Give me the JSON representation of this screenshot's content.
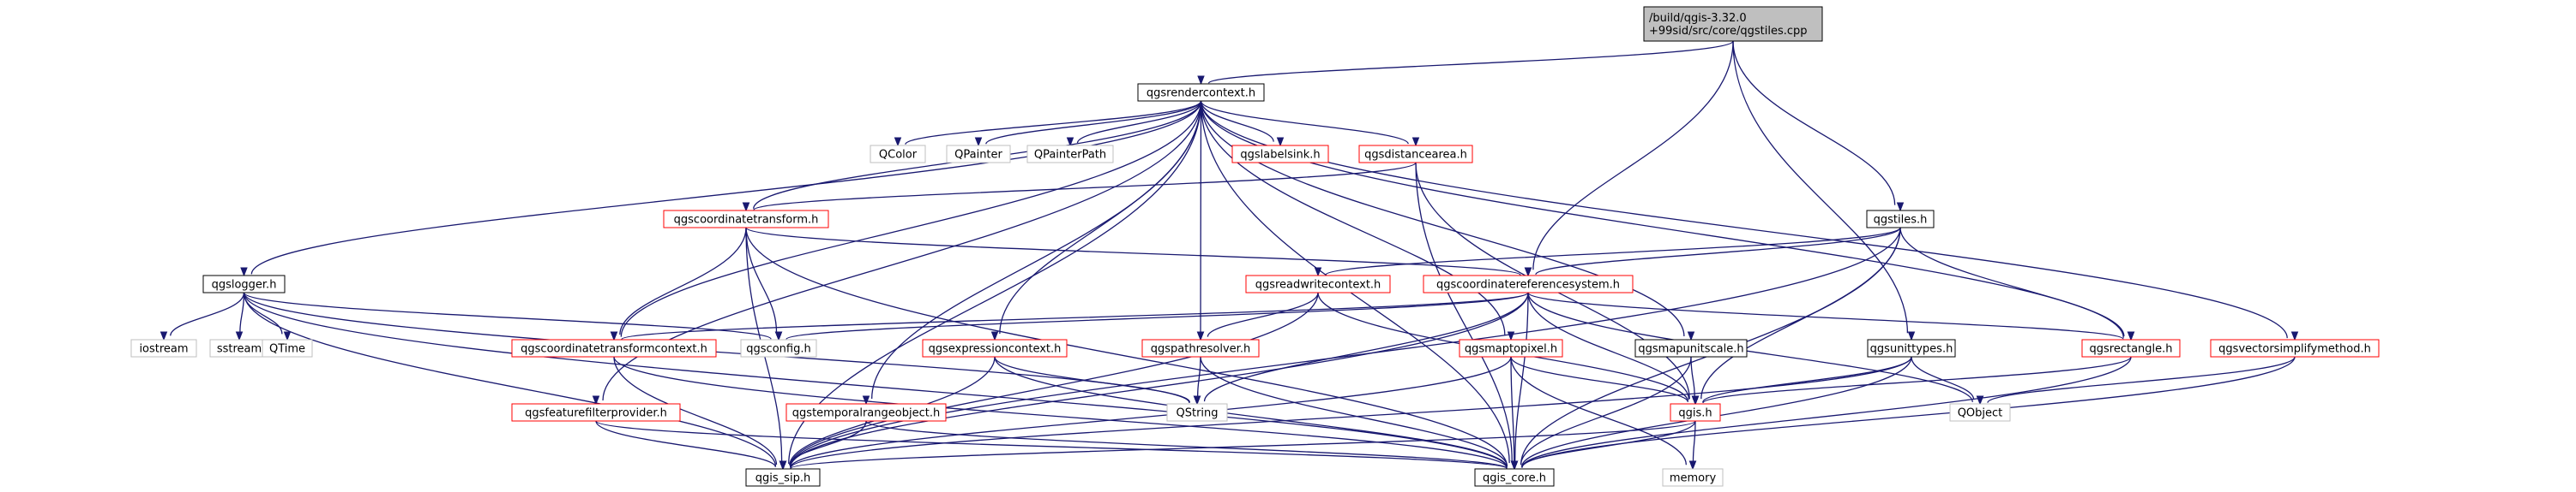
{
  "graph": {
    "colors": {
      "edge": "#191970",
      "text": "#000000",
      "border_black": "#000000",
      "border_red": "#ff0000",
      "border_gray": "#bfbfbf",
      "root_fill": "#bfbfbf",
      "fill": "#ffffff"
    },
    "nodes": [
      {
        "id": "root",
        "lines": [
          "/build/qgis-3.32.0",
          "+99sid/src/core/qgstiles.cpp"
        ],
        "style": "root"
      },
      {
        "id": "qgsrendercontext",
        "lines": [
          "qgsrendercontext.h"
        ],
        "style": "black"
      },
      {
        "id": "qgslogger",
        "lines": [
          "qgslogger.h"
        ],
        "style": "black"
      },
      {
        "id": "qgstiles",
        "lines": [
          "qgstiles.h"
        ],
        "style": "black"
      },
      {
        "id": "qgsunittypes",
        "lines": [
          "qgsunittypes.h"
        ],
        "style": "black"
      },
      {
        "id": "qgsmapunitscale",
        "lines": [
          "qgsmapunitscale.h"
        ],
        "style": "black"
      },
      {
        "id": "qgis_sip",
        "lines": [
          "qgis_sip.h"
        ],
        "style": "black"
      },
      {
        "id": "qgis_core",
        "lines": [
          "qgis_core.h"
        ],
        "style": "black"
      },
      {
        "id": "qcolor",
        "lines": [
          "QColor"
        ],
        "style": "gray"
      },
      {
        "id": "qpainter",
        "lines": [
          "QPainter"
        ],
        "style": "gray"
      },
      {
        "id": "qpainterpath",
        "lines": [
          "QPainterPath"
        ],
        "style": "gray"
      },
      {
        "id": "qgslabelsink",
        "lines": [
          "qgslabelsink.h"
        ],
        "style": "red"
      },
      {
        "id": "qgsdistancearea",
        "lines": [
          "qgsdistancearea.h"
        ],
        "style": "red"
      },
      {
        "id": "qgscoordinatetransform",
        "lines": [
          "qgscoordinatetransform.h"
        ],
        "style": "red"
      },
      {
        "id": "qgscoordinatereferencesystem",
        "lines": [
          "qgscoordinatereferencesystem.h"
        ],
        "style": "red"
      },
      {
        "id": "qgsreadwritecontext",
        "lines": [
          "qgsreadwritecontext.h"
        ],
        "style": "red"
      },
      {
        "id": "iostream",
        "lines": [
          "iostream"
        ],
        "style": "gray"
      },
      {
        "id": "sstream",
        "lines": [
          "sstream"
        ],
        "style": "gray"
      },
      {
        "id": "qtime",
        "lines": [
          "QTime"
        ],
        "style": "gray"
      },
      {
        "id": "qgsconfig",
        "lines": [
          "qgsconfig.h"
        ],
        "style": "gray"
      },
      {
        "id": "qgscoordinatetransformcontext",
        "lines": [
          "qgscoordinatetransformcontext.h"
        ],
        "style": "red"
      },
      {
        "id": "qgsexpressioncontext",
        "lines": [
          "qgsexpressioncontext.h"
        ],
        "style": "red"
      },
      {
        "id": "qgspathresolver",
        "lines": [
          "qgspathresolver.h"
        ],
        "style": "red"
      },
      {
        "id": "qgsmaptopixel",
        "lines": [
          "qgsmaptopixel.h"
        ],
        "style": "red"
      },
      {
        "id": "qgsrectangle",
        "lines": [
          "qgsrectangle.h"
        ],
        "style": "red"
      },
      {
        "id": "qgsvectorsimplifymethod",
        "lines": [
          "qgsvectorsimplifymethod.h"
        ],
        "style": "red"
      },
      {
        "id": "qgsfeaturefilterprovider",
        "lines": [
          "qgsfeaturefilterprovider.h"
        ],
        "style": "red"
      },
      {
        "id": "qgstemporalrangeobject",
        "lines": [
          "qgstemporalrangeobject.h"
        ],
        "style": "red"
      },
      {
        "id": "qstring",
        "lines": [
          "QString"
        ],
        "style": "gray"
      },
      {
        "id": "qgis",
        "lines": [
          "qgis.h"
        ],
        "style": "red"
      },
      {
        "id": "qobject",
        "lines": [
          "QObject"
        ],
        "style": "gray"
      },
      {
        "id": "memory",
        "lines": [
          "memory"
        ],
        "style": "gray"
      }
    ],
    "edges": [
      [
        "root",
        "qgsrendercontext"
      ],
      [
        "root",
        "qgstiles"
      ],
      [
        "root",
        "qgscoordinatereferencesystem"
      ],
      [
        "root",
        "qgsunittypes"
      ],
      [
        "qgsrendercontext",
        "qgslogger"
      ],
      [
        "qgsrendercontext",
        "qgis_sip"
      ],
      [
        "qgsrendercontext",
        "qgis_core"
      ],
      [
        "qgsrendercontext",
        "qcolor"
      ],
      [
        "qgsrendercontext",
        "qpainter"
      ],
      [
        "qgsrendercontext",
        "qpainterpath"
      ],
      [
        "qgsrendercontext",
        "qgslabelsink"
      ],
      [
        "qgsrendercontext",
        "qgsdistancearea"
      ],
      [
        "qgsrendercontext",
        "qgscoordinatetransform"
      ],
      [
        "qgsrendercontext",
        "qgscoordinatetransformcontext"
      ],
      [
        "qgsrendercontext",
        "qgsexpressioncontext"
      ],
      [
        "qgsrendercontext",
        "qgspathresolver"
      ],
      [
        "qgsrendercontext",
        "qgsmaptopixel"
      ],
      [
        "qgsrendercontext",
        "qgsmapunitscale"
      ],
      [
        "qgsrendercontext",
        "qgsrectangle"
      ],
      [
        "qgsrendercontext",
        "qgsvectorsimplifymethod"
      ],
      [
        "qgsrendercontext",
        "qgsfeaturefilterprovider"
      ],
      [
        "qgsrendercontext",
        "qgstemporalrangeobject"
      ],
      [
        "qgsdistancearea",
        "qgscoordinatetransform"
      ],
      [
        "qgsdistancearea",
        "qgis_core"
      ],
      [
        "qgsdistancearea",
        "qgis"
      ],
      [
        "qgscoordinatetransform",
        "qgis_sip"
      ],
      [
        "qgscoordinatetransform",
        "qgis_core"
      ],
      [
        "qgscoordinatetransform",
        "qgscoordinatereferencesystem"
      ],
      [
        "qgscoordinatetransform",
        "qgsconfig"
      ],
      [
        "qgscoordinatetransform",
        "qgscoordinatetransformcontext"
      ],
      [
        "qgslogger",
        "iostream"
      ],
      [
        "qgslogger",
        "sstream"
      ],
      [
        "qgslogger",
        "qtime"
      ],
      [
        "qgslogger",
        "qgis_core"
      ],
      [
        "qgslogger",
        "qgsconfig"
      ],
      [
        "qgslogger",
        "qgis_sip"
      ],
      [
        "qgslogger",
        "qstring"
      ],
      [
        "qgstiles",
        "qgscoordinatereferencesystem"
      ],
      [
        "qgstiles",
        "qgsreadwritecontext"
      ],
      [
        "qgstiles",
        "qgsrectangle"
      ],
      [
        "qgstiles",
        "qgis"
      ],
      [
        "qgstiles",
        "qgis_core"
      ],
      [
        "qgstiles",
        "qgis_sip"
      ],
      [
        "qgscoordinatereferencesystem",
        "qgsconfig"
      ],
      [
        "qgscoordinatereferencesystem",
        "qgis_core"
      ],
      [
        "qgscoordinatereferencesystem",
        "qgis_sip"
      ],
      [
        "qgscoordinatereferencesystem",
        "qstring"
      ],
      [
        "qgscoordinatereferencesystem",
        "qgis"
      ],
      [
        "qgscoordinatereferencesystem",
        "qobject"
      ],
      [
        "qgscoordinatereferencesystem",
        "qgsrectangle"
      ],
      [
        "qgscoordinatereferencesystem",
        "qgscoordinatetransformcontext"
      ],
      [
        "qgsreadwritecontext",
        "qgspathresolver"
      ],
      [
        "qgsreadwritecontext",
        "qgis"
      ],
      [
        "qgsreadwritecontext",
        "qgis_sip"
      ],
      [
        "qgscoordinatetransformcontext",
        "qgis_core"
      ],
      [
        "qgscoordinatetransformcontext",
        "qgis_sip"
      ],
      [
        "qgsexpressioncontext",
        "qstring"
      ],
      [
        "qgsexpressioncontext",
        "qgis_core"
      ],
      [
        "qgsexpressioncontext",
        "qgis_sip"
      ],
      [
        "qgspathresolver",
        "qstring"
      ],
      [
        "qgspathresolver",
        "qgis_core"
      ],
      [
        "qgsmaptopixel",
        "qgis"
      ],
      [
        "qgsmaptopixel",
        "qgis_core"
      ],
      [
        "qgsmaptopixel",
        "qgis_sip"
      ],
      [
        "qgsmaptopixel",
        "memory"
      ],
      [
        "qgsmapunitscale",
        "qgis"
      ],
      [
        "qgsmapunitscale",
        "qgis_core"
      ],
      [
        "qgsunittypes",
        "qgis"
      ],
      [
        "qgsunittypes",
        "qobject"
      ],
      [
        "qgsunittypes",
        "qgis_core"
      ],
      [
        "qgsunittypes",
        "qgis_sip"
      ],
      [
        "qgsrectangle",
        "qgis"
      ],
      [
        "qgsrectangle",
        "qgis_core"
      ],
      [
        "qgsvectorsimplifymethod",
        "qgis_core"
      ],
      [
        "qgsvectorsimplifymethod",
        "qobject"
      ],
      [
        "qgsfeaturefilterprovider",
        "qgis_sip"
      ],
      [
        "qgsfeaturefilterprovider",
        "qgis_core"
      ],
      [
        "qgstemporalrangeobject",
        "qgis_sip"
      ],
      [
        "qgstemporalrangeobject",
        "qgis_core"
      ],
      [
        "qgis",
        "qgis_sip"
      ],
      [
        "qgis",
        "qgis_core"
      ],
      [
        "qgis",
        "memory"
      ]
    ]
  }
}
